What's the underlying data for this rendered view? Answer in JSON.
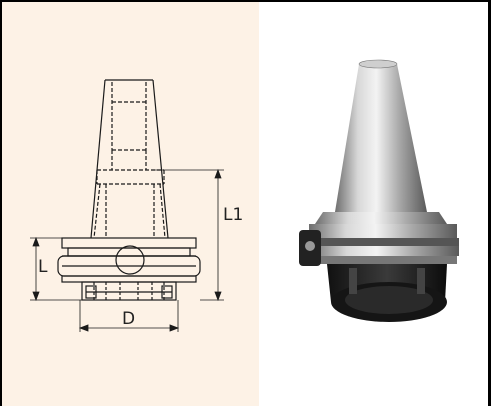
{
  "drawing": {
    "labels": {
      "L1": "L1",
      "L": "L",
      "D": "D"
    }
  },
  "photo": {
    "subject": "tool holder"
  },
  "colors": {
    "drawing_background": "#fdf2e6",
    "line": "#1a1a1a",
    "dimension_line": "#b00000"
  }
}
